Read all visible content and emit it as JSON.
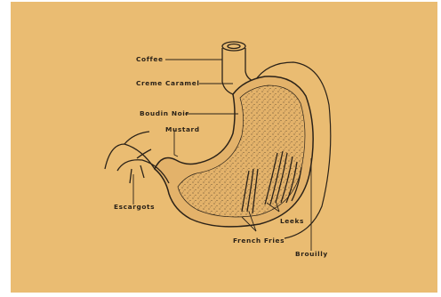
{
  "labels": {
    "coffee": "Coffee",
    "creme_caramel": "Creme Caramel",
    "boudin_noir": "Boudin Noir",
    "mustard": "Mustard",
    "escargots": "Escargots",
    "leeks": "Leeks",
    "french_fries": "French Fries",
    "brouilly": "Brouilly"
  },
  "colors": {
    "background": "#eabc72",
    "ink": "#2b2218"
  }
}
